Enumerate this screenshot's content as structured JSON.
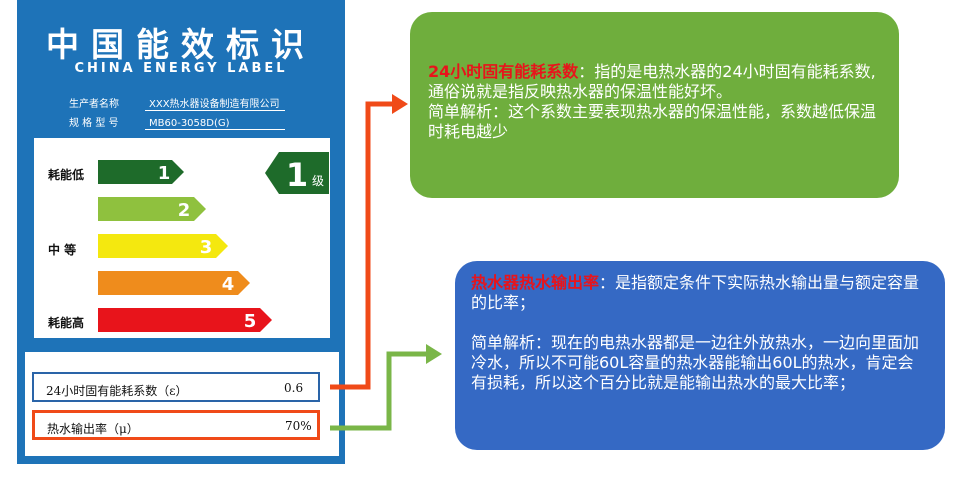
{
  "label": {
    "title_cn": "中国能效标识",
    "title_en": "CHINA ENERGY LABEL",
    "manufacturer_key": "生产者名称",
    "manufacturer_value": "XXX热水器设备制造有限公司",
    "model_key": "规 格 型 号",
    "model_value": "MB60-3058D(G)",
    "level_low": "耗能低",
    "level_mid": "中 等",
    "level_high": "耗能高",
    "grade_number": "1",
    "grade_unit": "级",
    "bars": [
      "1",
      "2",
      "3",
      "4",
      "5"
    ],
    "bar_colors": [
      "#1e6b2a",
      "#8fc13e",
      "#f4e80f",
      "#ef8c1c",
      "#e8141b"
    ],
    "row1_label": "24小时固有能耗系数（ε）",
    "row1_value": "0.6",
    "row2_label": "热水输出率（μ）",
    "row2_value": "70%"
  },
  "callouts": {
    "top_highlight": "24小时固有能耗系数",
    "top_text": "：指的是电热水器的24小时固有能耗系数,通俗说就是指反映热水器的保温性能好坏。",
    "top_text2": "简单解析：这个系数主要表现热水器的保温性能，系数越低保温时耗电越少",
    "bottom_highlight": "热水器热水输出率",
    "bottom_text": "：是指额定条件下实际热水输出量与额定容量的比率；",
    "bottom_text2": "简单解析：现在的电热水器都是一边往外放热水，一边向里面加冷水，所以不可能60L容量的热水器能输出60L的热水，肯定会有损耗，所以这个百分比就是能输出热水的最大比率；"
  },
  "colors": {
    "label_blue": "#1e73b8",
    "green_box": "#6fae3d",
    "blue_box": "#3569c4",
    "red_connector": "#f04a18",
    "green_connector": "#7ab648",
    "highlight_red": "#e8141b"
  }
}
